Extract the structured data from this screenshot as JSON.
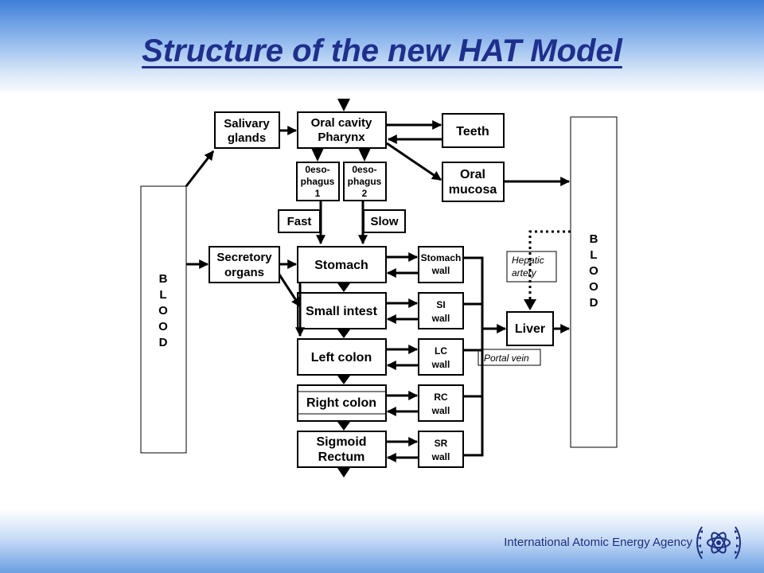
{
  "slide": {
    "title": "Structure of the new HAT Model",
    "footer": "International Atomic Energy Agency"
  },
  "diagram": {
    "blood_left": [
      "B",
      "L",
      "O",
      "O",
      "D"
    ],
    "blood_right": [
      "B",
      "L",
      "O",
      "O",
      "D"
    ],
    "salivary": [
      "Salivary",
      "glands"
    ],
    "oral_cavity": [
      "Oral cavity",
      "Pharynx"
    ],
    "teeth": "Teeth",
    "oral_mucosa": [
      "Oral",
      "mucosa"
    ],
    "oeso1": [
      "0eso-",
      "phagus",
      "1"
    ],
    "oeso2": [
      "0eso-",
      "phagus",
      "2"
    ],
    "fast": "Fast",
    "slow": "Slow",
    "secretory": [
      "Secretory",
      "organs"
    ],
    "stomach": "Stomach",
    "stomach_wall": [
      "Stomach",
      "wall"
    ],
    "small_intest": "Small intest",
    "si_wall": [
      "SI",
      "wall"
    ],
    "left_colon": "Left colon",
    "lc_wall": [
      "LC",
      "wall"
    ],
    "right_colon": "Right colon",
    "rc_wall": [
      "RC",
      "wall"
    ],
    "sigmoid": [
      "Sigmoid",
      "Rectum"
    ],
    "sr_wall": [
      "SR",
      "wall"
    ],
    "hepatic_artery": [
      "Hepatic",
      "artery"
    ],
    "liver": "Liver",
    "portal_vein": "Portal vein"
  }
}
